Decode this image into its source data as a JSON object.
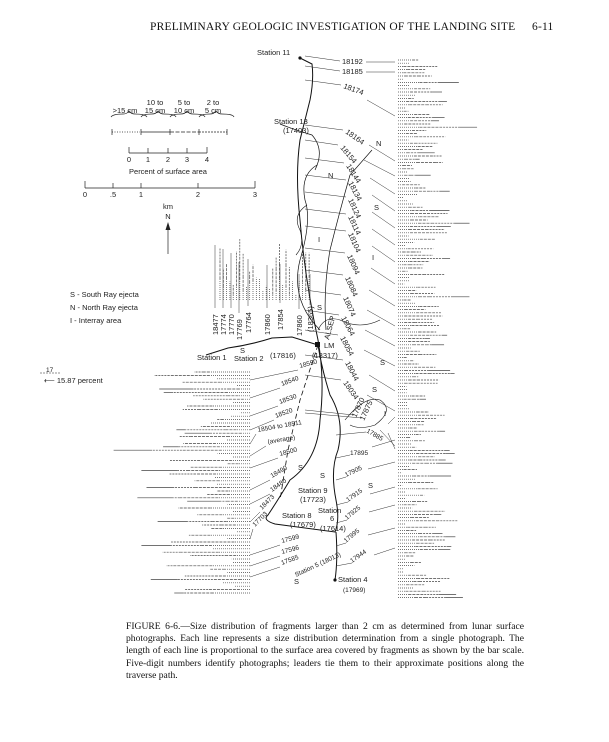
{
  "header": {
    "title": "PRELIMINARY GEOLOGIC INVESTIGATION OF THE LANDING SITE",
    "page_number": "6-11"
  },
  "legend": {
    "size_classes": [
      ">15 cm",
      "10 to\n15 cm",
      "5 to\n10 cm",
      "2 to\n5 cm"
    ],
    "size_top": [
      "",
      "10 to",
      "5 to",
      "2 to"
    ],
    "size_bottom": [
      ">15 cm",
      "15 cm",
      "10 cm",
      "5 cm"
    ],
    "percent_ticks": [
      "0",
      "1",
      "2",
      "3",
      "4"
    ],
    "percent_label": "Percent of surface area",
    "km_ticks": [
      "0",
      ".5",
      "1",
      "2",
      "3"
    ],
    "km_label": "km",
    "north": "N",
    "key": [
      "S - South Ray ejecta",
      "N - North Ray ejecta",
      "I - Interray area"
    ],
    "offscale_label": "15.87 percent",
    "offscale_number": "17"
  },
  "stations": {
    "s11": "Station 11",
    "s13": "Station 13",
    "s13_photo": "(17403)",
    "s1": "Station 1",
    "s2": "Station 2",
    "s2_photo": "(17816)",
    "lm": "LM",
    "lm_photo": "(18317)",
    "alsep": "ALSEP",
    "s9": "Station 9",
    "s9_photo": "(17723)",
    "s8": "Station 8",
    "s8_photo": "(17679)",
    "s6": "Station",
    "s6_num": "6",
    "s6_photo": "(17614)",
    "s5": "Station 5 (18013)",
    "s4": "Station 4",
    "s4_photo": "(17969)"
  },
  "photos": {
    "right": [
      "18192",
      "18185",
      "18174",
      "18164",
      "18154",
      "18144",
      "18134",
      "18124",
      "18114",
      "18104",
      "18094",
      "18084",
      "18074",
      "18064",
      "18054",
      "18044",
      "18034",
      "17870",
      "17875"
    ],
    "left_vertical": [
      "18477",
      "17774",
      "17770",
      "17769",
      "17764",
      "17860",
      "17854",
      "17860",
      "(18365)"
    ],
    "south": [
      "18550",
      "18540",
      "18530",
      "18520",
      "18504 to 18511",
      "(average)",
      "18500",
      "18490",
      "18480",
      "18473",
      "17703",
      "17599",
      "17596",
      "17585"
    ],
    "east": [
      "17885",
      "17895",
      "17905",
      "17915",
      "17925",
      "17995",
      "17944"
    ]
  },
  "area_marks": [
    "N",
    "N",
    "S",
    "I",
    "I",
    "S",
    "S",
    "I",
    "S",
    "S",
    "S",
    "S",
    "S",
    "S"
  ],
  "caption": "FIGURE 6-6.—Size distribution of fragments larger than 2 cm as determined from lunar surface photographs. Each line represents a size distribution determination from a single photograph. The length of each line is proportional to the surface area covered by fragments as shown by the bar scale. Five-digit numbers identify photographs; leaders tie them to their approximate positions along the traverse path."
}
